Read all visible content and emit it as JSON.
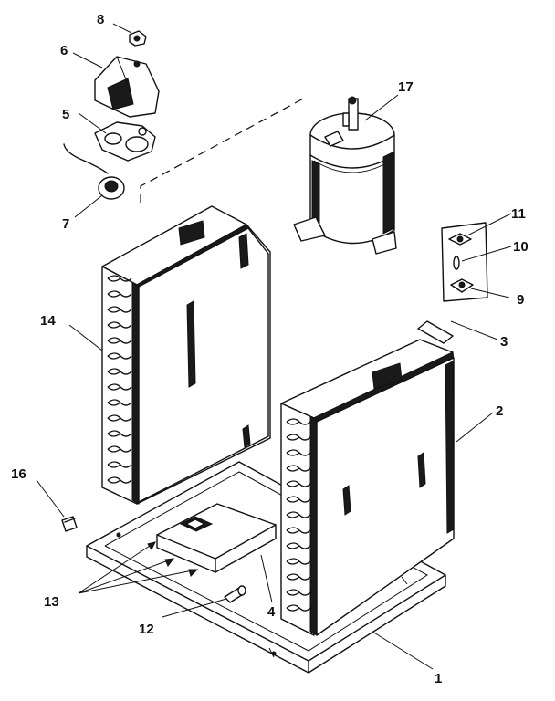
{
  "callouts": [
    {
      "id": "1",
      "label": "1"
    },
    {
      "id": "2",
      "label": "2"
    },
    {
      "id": "3",
      "label": "3"
    },
    {
      "id": "4",
      "label": "4"
    },
    {
      "id": "5",
      "label": "5"
    },
    {
      "id": "6",
      "label": "6"
    },
    {
      "id": "7",
      "label": "7"
    },
    {
      "id": "8",
      "label": "8"
    },
    {
      "id": "9",
      "label": "9"
    },
    {
      "id": "10",
      "label": "10"
    },
    {
      "id": "11",
      "label": "11"
    },
    {
      "id": "12",
      "label": "12"
    },
    {
      "id": "13",
      "label": "13"
    },
    {
      "id": "14",
      "label": "14"
    },
    {
      "id": "16",
      "label": "16"
    },
    {
      "id": "17",
      "label": "17"
    }
  ]
}
